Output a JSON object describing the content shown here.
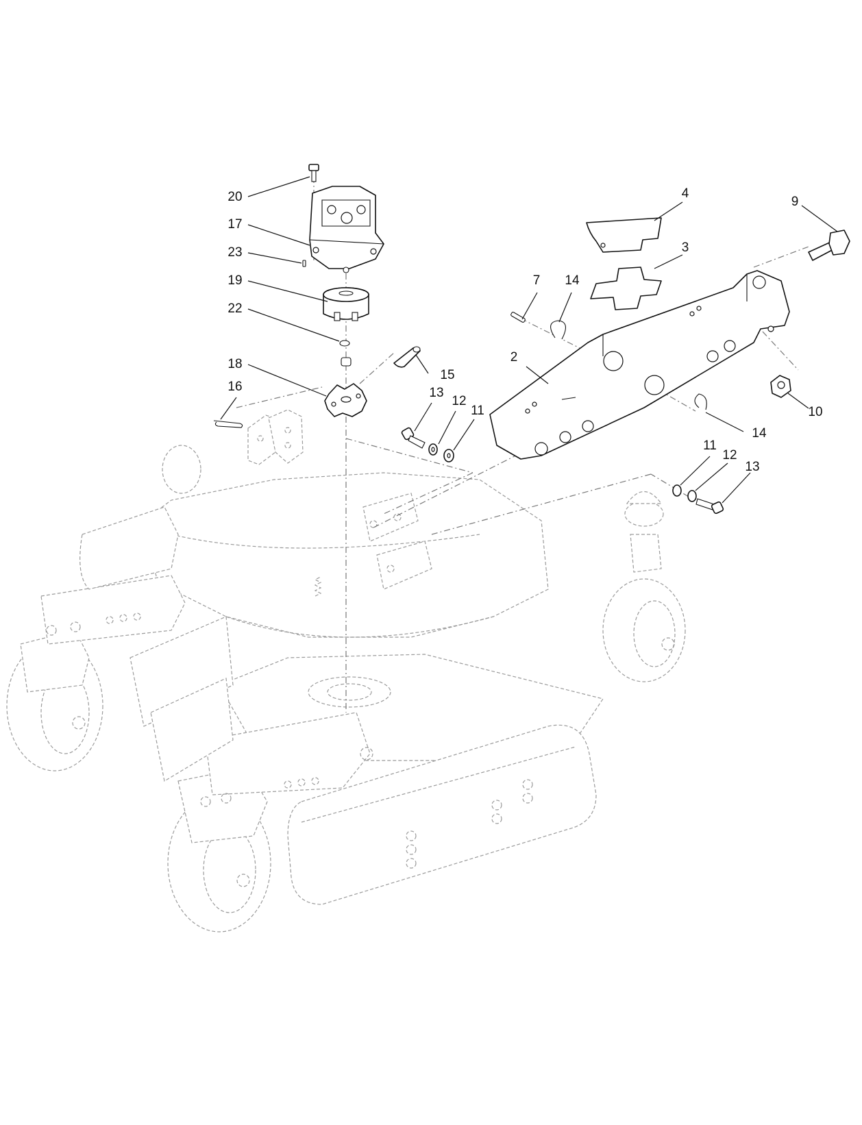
{
  "callouts": [
    {
      "id": "c20",
      "label": "20"
    },
    {
      "id": "c17",
      "label": "17"
    },
    {
      "id": "c23",
      "label": "23"
    },
    {
      "id": "c19",
      "label": "19"
    },
    {
      "id": "c22",
      "label": "22"
    },
    {
      "id": "c18",
      "label": "18"
    },
    {
      "id": "c16",
      "label": "16"
    },
    {
      "id": "c15",
      "label": "15"
    },
    {
      "id": "c13a",
      "label": "13"
    },
    {
      "id": "c12a",
      "label": "12"
    },
    {
      "id": "c11a",
      "label": "11"
    },
    {
      "id": "c4",
      "label": "4"
    },
    {
      "id": "c3",
      "label": "3"
    },
    {
      "id": "c7",
      "label": "7"
    },
    {
      "id": "c14a",
      "label": "14"
    },
    {
      "id": "c2",
      "label": "2"
    },
    {
      "id": "c9",
      "label": "9"
    },
    {
      "id": "c10",
      "label": "10"
    },
    {
      "id": "c14b",
      "label": "14"
    },
    {
      "id": "c11b",
      "label": "11"
    },
    {
      "id": "c12b",
      "label": "12"
    },
    {
      "id": "c13b",
      "label": "13"
    }
  ]
}
